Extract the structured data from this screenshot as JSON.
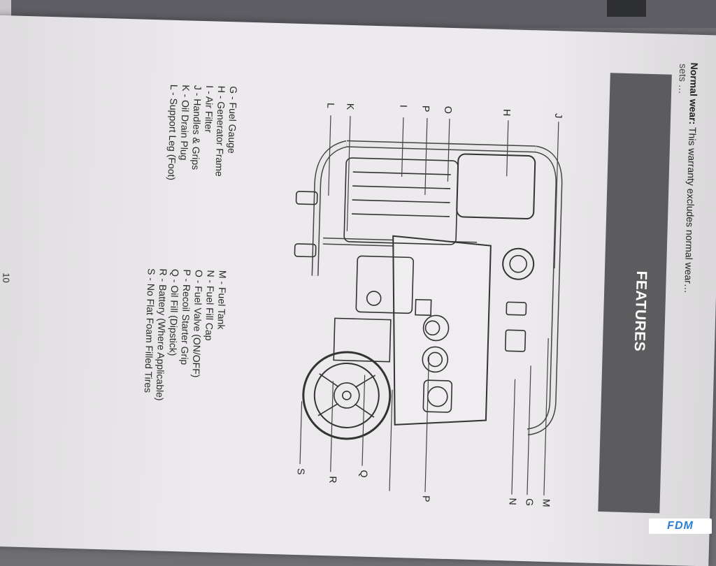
{
  "header": {
    "warranty_bold": "Normal wear:",
    "warranty_text": " This warranty excludes normal wear…",
    "warranty_text2": "sets …"
  },
  "section_title": "FEATURES",
  "legend_left": [
    "G - Fuel Gauge",
    "H - Generator Frame",
    "I - Air Filter",
    "J - Handles & Grips",
    "K - Oil Drain Plug",
    "L - Support Leg (Foot)"
  ],
  "legend_right": [
    "M - Fuel Tank",
    "N - Fuel Fill Cap",
    "O - Fuel Valve (ON/OFF)",
    "P - Recoil Starter Grip",
    "Q - Oil Fill (Dipstick)",
    "R - Battery (Where Applicable)",
    "S - No Flat Foam Filled Tires"
  ],
  "callouts": {
    "J": "J",
    "H": "H",
    "O": "O",
    "P_top": "P",
    "I": "I",
    "K": "K",
    "L": "L",
    "M": "M",
    "G": "G",
    "N": "N",
    "P_bottom": "P",
    "Q": "Q",
    "R": "R",
    "S": "S"
  },
  "page_number": "10",
  "watermark": "FDM",
  "colors": {
    "band": "#5c5c5f",
    "paper": "#eceaec",
    "watermark": "#2b7fd6"
  }
}
